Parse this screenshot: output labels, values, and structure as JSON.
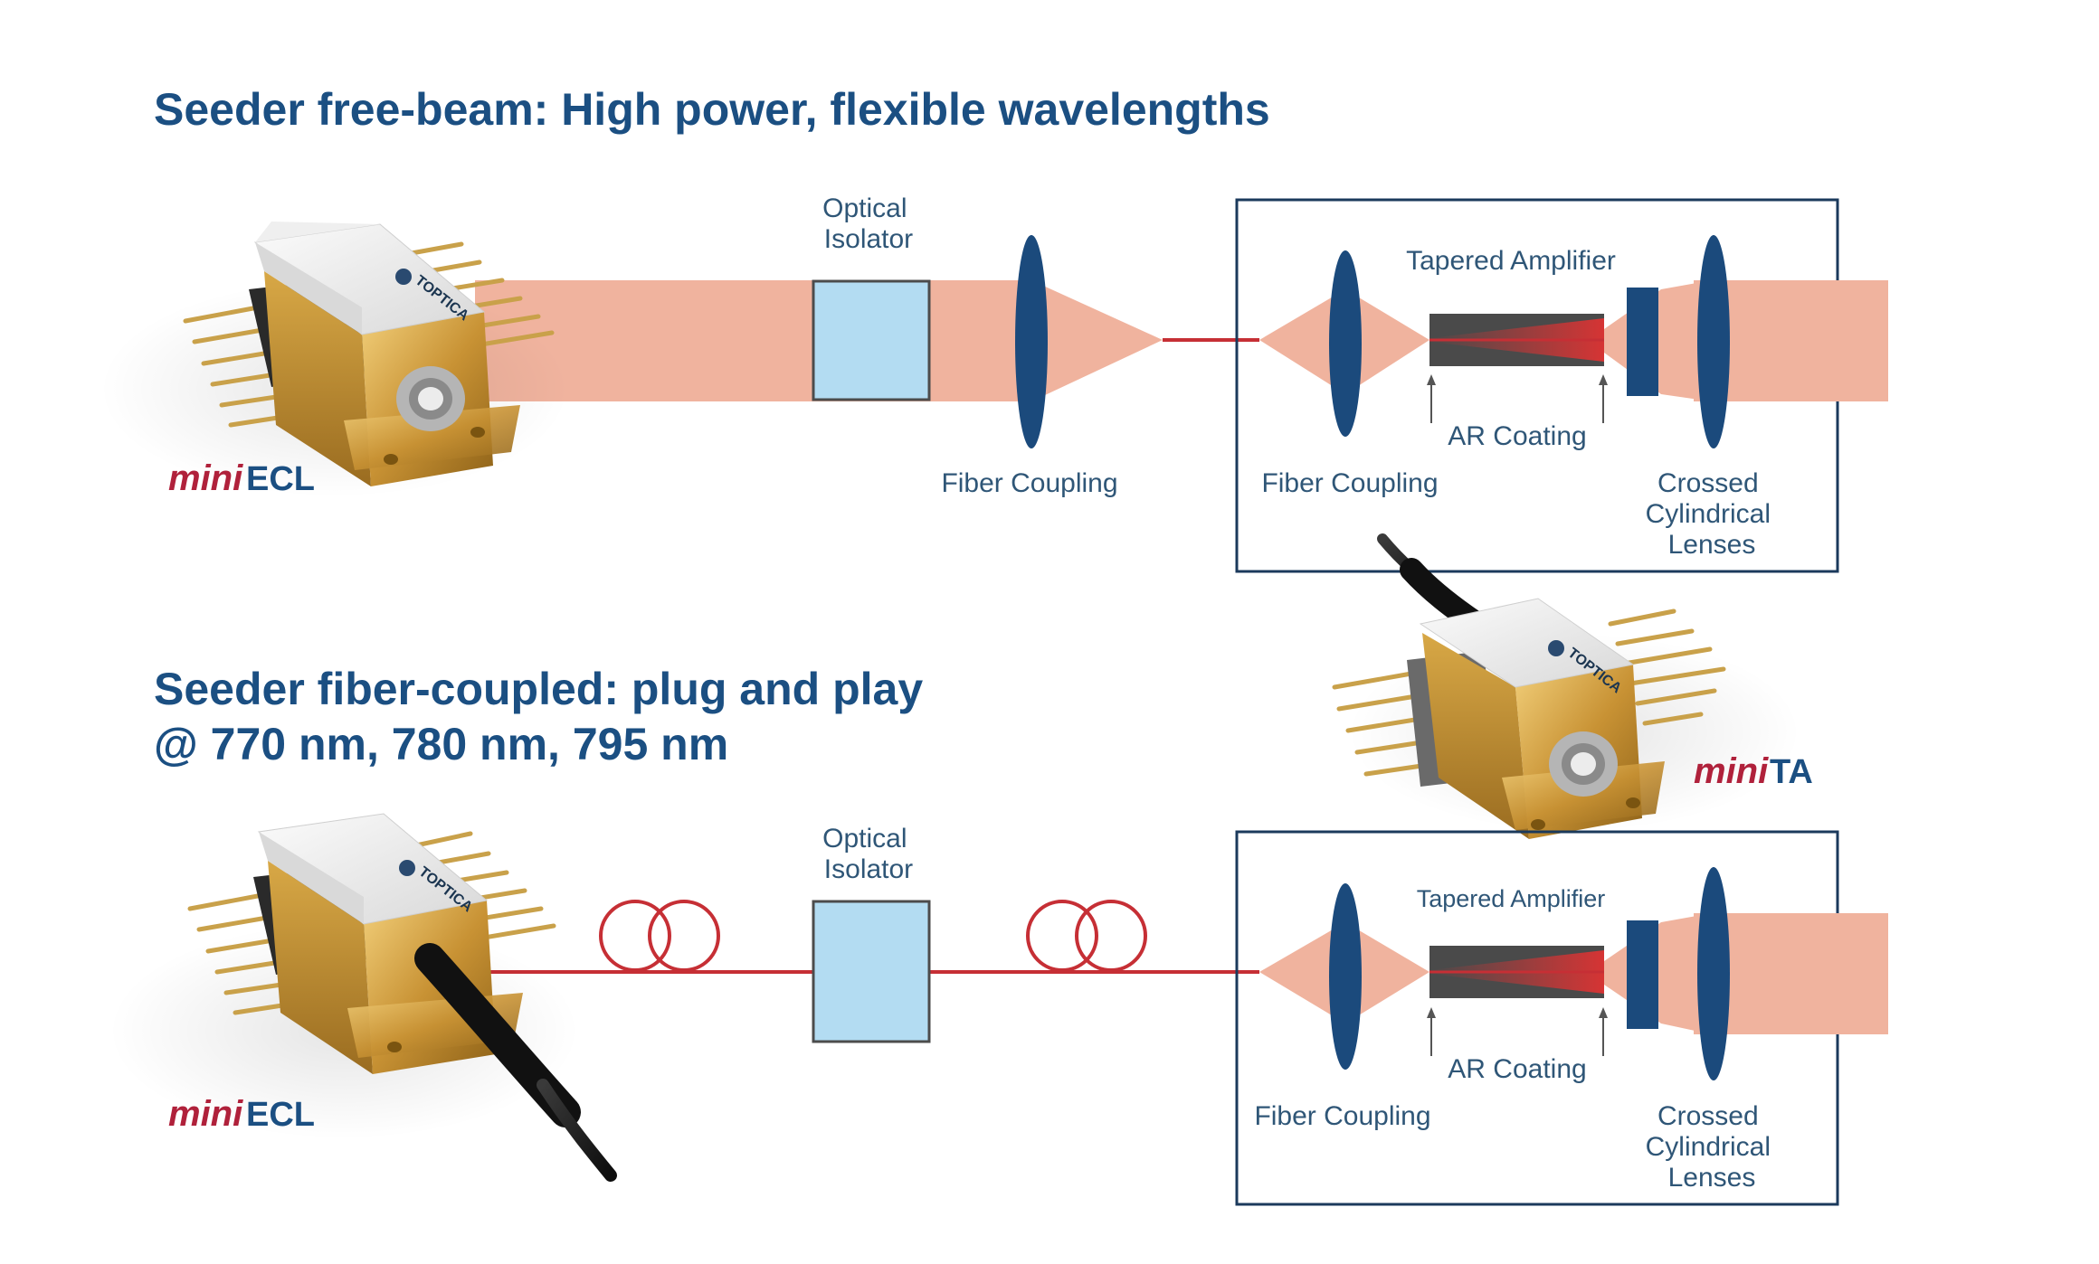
{
  "colors": {
    "heading": "#1b4f82",
    "label": "#2f5677",
    "beam": "#f0b39e",
    "fiber_line": "#c62f35",
    "lens": "#1b4a7c",
    "isolator_fill": "#b3dcf2",
    "amplifier": "#4a4a4a",
    "amplifier_gain": "#d63434",
    "gold": "#c89234",
    "mini_red": "#b0213b"
  },
  "top_section": {
    "title": "Seeder free-beam: High power, flexible wavelengths",
    "isolator_label": [
      "Optical",
      "Isolator"
    ],
    "fiber_coupling_label": "Fiber Coupling",
    "module": {
      "amplifier_label": "Tapered Amplifier",
      "coating_label": "AR Coating",
      "fiber_coupling_label": "Fiber Coupling",
      "lens_label": [
        "Crossed",
        "Cylindrical",
        "Lenses"
      ]
    },
    "device": {
      "prefix": "mini",
      "name": "ECL",
      "brand": "TOPTICA"
    }
  },
  "middle_device": {
    "prefix": "mini",
    "name": "TA",
    "brand": "TOPTICA"
  },
  "bottom_section": {
    "title_lines": [
      "Seeder fiber-coupled: plug and play",
      "@ 770 nm, 780 nm, 795 nm"
    ],
    "isolator_label": [
      "Optical",
      "Isolator"
    ],
    "module": {
      "amplifier_label": "Tapered Amplifier",
      "coating_label": "AR Coating",
      "fiber_coupling_label": "Fiber Coupling",
      "lens_label": [
        "Crossed",
        "Cylindrical",
        "Lenses"
      ]
    },
    "device": {
      "prefix": "mini",
      "name": "ECL",
      "brand": "TOPTICA"
    }
  }
}
